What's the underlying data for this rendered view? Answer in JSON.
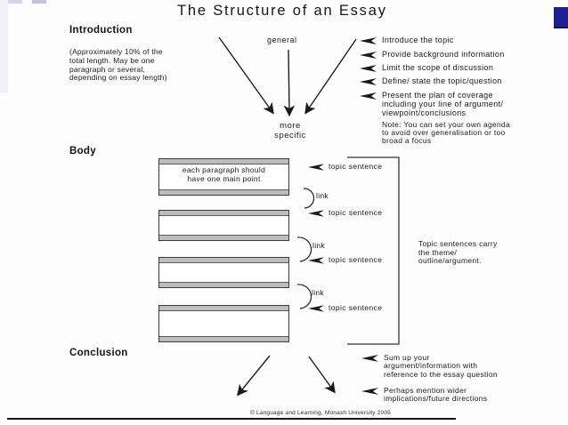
{
  "title": "The Structure of an Essay",
  "introduction": {
    "heading": "Introduction",
    "note": "(Approximately 10% of the\ntotal length. May be one\nparagraph or several,\ndepending on essay length)",
    "general_label": "general",
    "specific_label": "more\nspecific",
    "bullets": [
      "Introduce the topic",
      "Provide background information",
      "Limit the scope of discussion",
      "Define/ state the topic/question",
      "Present the plan of coverage\nincluding your line of argument/\nviewpoint/conclusions"
    ],
    "agenda_note": "Note: You can set your own agenda\nto avoid over generalisation or too\nbroad a focus"
  },
  "body": {
    "heading": "Body",
    "first_box_text": "each paragraph should\nhave one main point",
    "topic_sentence_labels": [
      "topic sentence",
      "topic sentence",
      "topic sentence",
      "topic sentence"
    ],
    "link_labels": [
      "link",
      "link",
      "link"
    ],
    "aside": "Topic sentences carry\nthe theme/\noutline/argument."
  },
  "conclusion": {
    "heading": "Conclusion",
    "bullets": [
      "Sum up your\nargument/information with\nreference to the essay question",
      "Perhaps mention wider\nimplications/future directions"
    ]
  },
  "footer": {
    "copyright": "© Language and Learning, Monash University 2005"
  },
  "icons": {
    "bullet": "left-arrowhead"
  },
  "colors": {
    "ink": "#1a1a1a",
    "navy_square": "#1e1e96",
    "lavender_bar_1": "#d6d3ea",
    "lavender_bar_2": "#c5c2dd",
    "lavender_strip": "#f2f1f8",
    "box_strip": "#bdbdbd"
  }
}
